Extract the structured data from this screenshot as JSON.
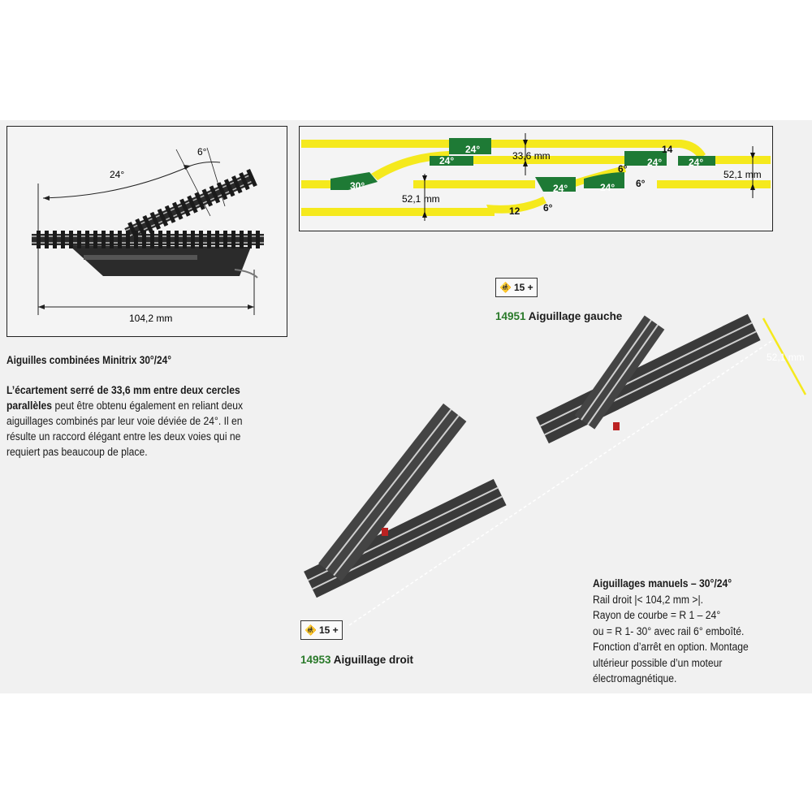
{
  "colors": {
    "yellow_track": "#f5e91d",
    "green_track": "#1e7a35",
    "article_green": "#2a7a2a",
    "page_bg": "#f1f1f1"
  },
  "diagram": {
    "angle_24": "24°",
    "angle_6": "6°",
    "length": "104,2 mm"
  },
  "track_plan": {
    "gap_top": "33,6 mm",
    "gap_left": "52,1 mm",
    "gap_right": "52,1 mm",
    "labels": {
      "a24_top": "24°",
      "a24_top2": "24°",
      "a30": "30°",
      "a24_mid": "24°",
      "a24_mid2": "24°",
      "a24_right": "24°",
      "a24_right2": "24°",
      "a6_a": "6°",
      "a6_b": "6°",
      "a6_c": "6°",
      "n14": "14",
      "n12": "12"
    }
  },
  "section": {
    "title": "Aiguilles combinées Minitrix 30°/24°",
    "paragraph": {
      "line1_bold": "L’écartement serré de 33,6 mm entre deux cercles",
      "line2_bold": "parallèles",
      "line2_rest": " peut être obtenu également en reliant deux",
      "line3": "aiguillages combinés par leur voie déviée de 24°. Il en",
      "line4": "résulte un raccord élégant entre les deux voies qui ne",
      "line5": "requiert pas beaucoup de place."
    }
  },
  "products": {
    "left_switch": {
      "age": "15 +",
      "number": "14951",
      "name": " Aiguillage gauche"
    },
    "right_switch": {
      "age": "15 +",
      "number": "14953",
      "name": " Aiguillage droit"
    },
    "photo_dimension": "52,1 mm"
  },
  "manual": {
    "title": "Aiguillages manuels – 30°/24°",
    "lines": [
      "Rail droit |< 104,2 mm >|.",
      "Rayon de courbe = R 1 – 24°",
      "ou = R 1- 30° avec rail 6° emboîté.",
      "Fonction d’arrêt en option. Montage",
      "ultérieur possible d’un moteur",
      "électromagnétique."
    ]
  }
}
